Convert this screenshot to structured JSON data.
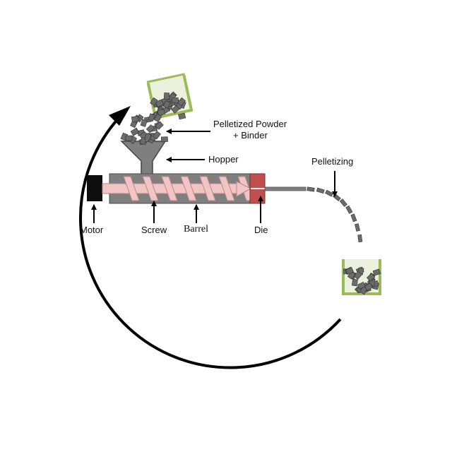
{
  "labels": {
    "pelletized_powder": "Pelletized Powder",
    "binder": "+ Binder",
    "hopper": "Hopper",
    "pelletizing": "Pelletizing",
    "motor": "Motor",
    "screw": "Screw",
    "barrel": "Barrel",
    "die": "Die"
  },
  "colors": {
    "barrel": "#7f7f7f",
    "screw": "#f2c4c4",
    "screw_edge": "#b58a8a",
    "die": "#c0504d",
    "motor": "#0d0d0d",
    "container_fill": "#eaf1dc",
    "container_edge": "#9bbb59",
    "pellet": "#6b6b6b",
    "arrow": "#000000"
  }
}
